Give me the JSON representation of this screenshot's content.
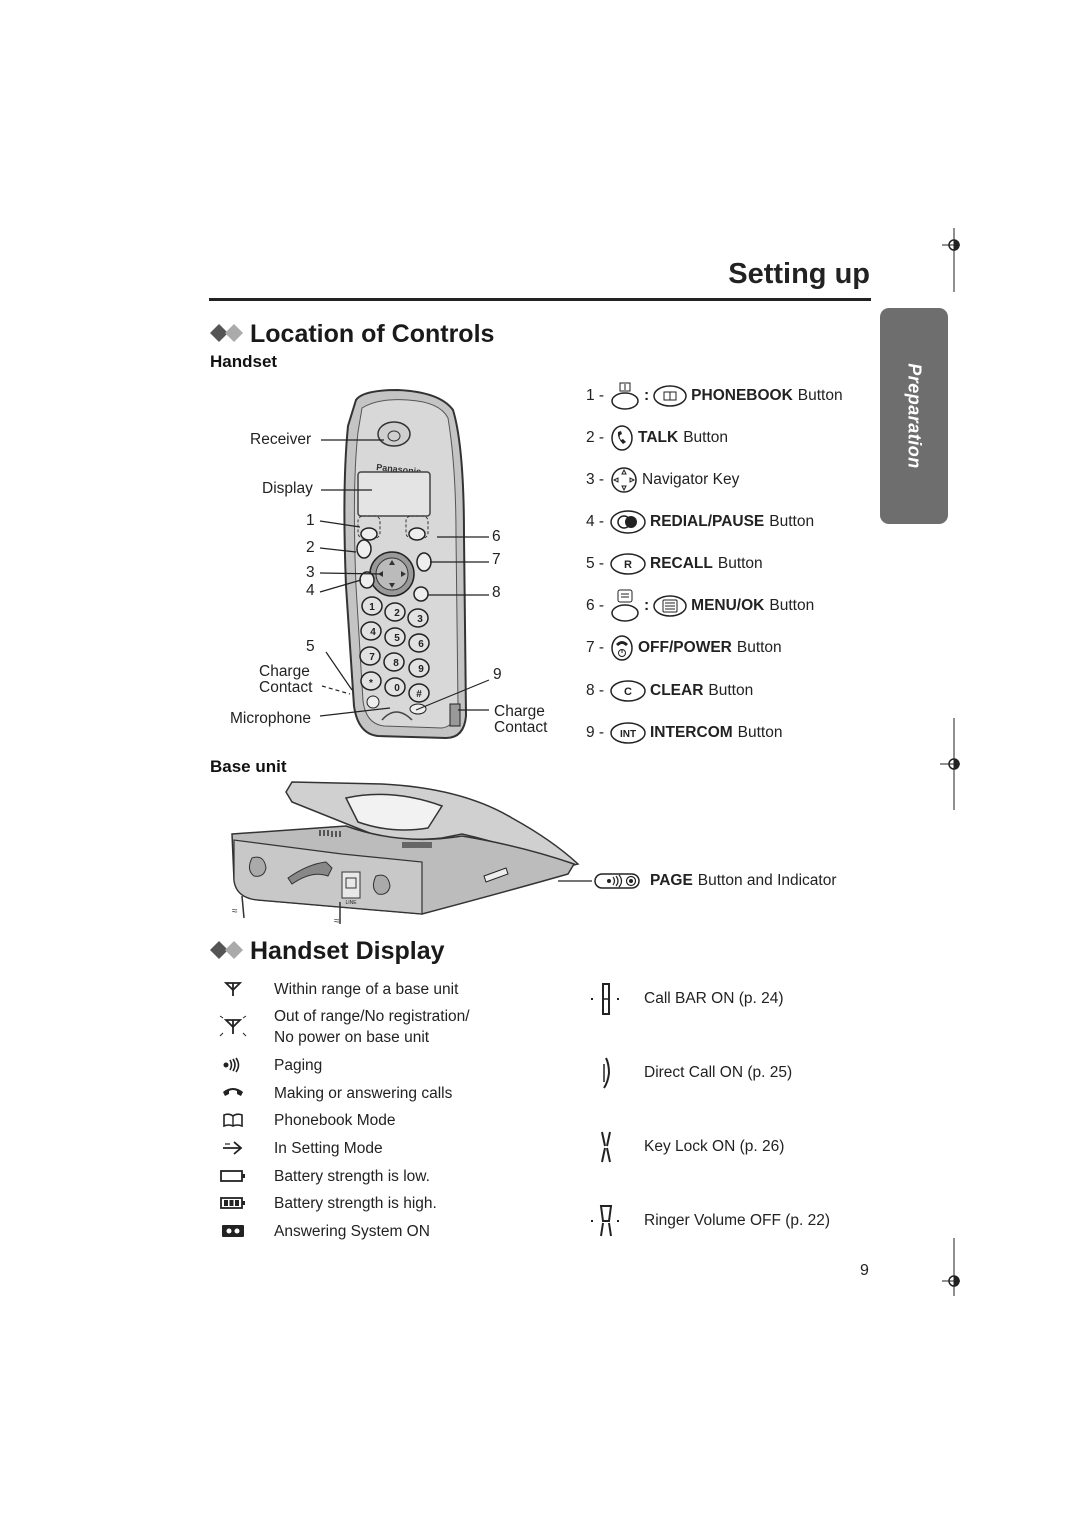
{
  "page": {
    "title": "Setting up",
    "side_tab": "Preparation",
    "page_number": "9"
  },
  "location": {
    "title": "Location of Controls",
    "handset_heading": "Handset",
    "base_heading": "Base unit",
    "callouts": {
      "receiver": "Receiver",
      "display": "Display",
      "charge_contact_left_1": "Charge",
      "charge_contact_left_2": "Contact",
      "microphone": "Microphone",
      "charge_contact_right_1": "Charge",
      "charge_contact_right_2": "Contact",
      "n1": "1",
      "n2": "2",
      "n3": "3",
      "n4": "4",
      "n5": "5",
      "n6": "6",
      "n7": "7",
      "n8": "8",
      "n9": "9"
    },
    "brand": "Panasonic",
    "base_line_label": "LINE",
    "controls": [
      {
        "num": "1 -",
        "icon": "phonebook-icon",
        "sep": ":",
        "bold": "PHONEBOOK",
        "rest": "Button"
      },
      {
        "num": "2 -",
        "icon": "talk-icon",
        "sep": "",
        "bold": "TALK",
        "rest": "Button"
      },
      {
        "num": "3 -",
        "icon": "navigator-key-icon",
        "sep": "",
        "bold": "",
        "rest": "Navigator Key"
      },
      {
        "num": "4 -",
        "icon": "redial-icon",
        "sep": "",
        "bold": "REDIAL/PAUSE",
        "rest": "Button"
      },
      {
        "num": "5 -",
        "icon": "recall-icon",
        "icon_text": "R",
        "sep": "",
        "bold": "RECALL",
        "rest": "Button"
      },
      {
        "num": "6 -",
        "icon": "menu-icon",
        "sep": ":",
        "bold": "MENU/OK",
        "rest": "Button"
      },
      {
        "num": "7 -",
        "icon": "off-power-icon",
        "sep": "",
        "bold": "OFF/POWER",
        "rest": "Button"
      },
      {
        "num": "8 -",
        "icon": "clear-icon",
        "icon_text": "C",
        "sep": "",
        "bold": "CLEAR",
        "rest": "Button"
      },
      {
        "num": "9 -",
        "icon": "intercom-icon",
        "icon_text": "INT",
        "sep": "",
        "bold": "INTERCOM",
        "rest": "Button"
      }
    ],
    "page_button": {
      "bold": "PAGE",
      "rest": "Button and Indicator"
    }
  },
  "display": {
    "title": "Handset Display",
    "left_items": [
      {
        "icon": "antenna-icon",
        "text": "Within range of a base unit"
      },
      {
        "icon": "antenna-blink-icon",
        "text": "Out of range/No registration/",
        "text2": "No power on base unit"
      },
      {
        "icon": "paging-icon",
        "text": "Paging"
      },
      {
        "icon": "handset-call-icon",
        "text": "Making or answering calls"
      },
      {
        "icon": "book-icon",
        "text": "Phonebook Mode"
      },
      {
        "icon": "setting-arrow-icon",
        "text": "In Setting Mode"
      },
      {
        "icon": "battery-low-icon",
        "text": "Battery strength is low."
      },
      {
        "icon": "battery-high-icon",
        "text": "Battery strength is high."
      },
      {
        "icon": "answering-system-icon",
        "text": "Answering System ON"
      }
    ],
    "right_items": [
      {
        "icon": "call-bar-icon",
        "text": "Call BAR ON (p. 24)"
      },
      {
        "icon": "direct-call-icon",
        "text": "Direct Call ON (p. 25)"
      },
      {
        "icon": "key-lock-icon",
        "text": "Key Lock ON (p. 26)"
      },
      {
        "icon": "ringer-off-icon",
        "text": "Ringer Volume OFF (p. 22)"
      }
    ]
  },
  "colors": {
    "text": "#1a1a1a",
    "tab_gray": "#6e6e6e",
    "device_gray": "#b9b9b9",
    "device_dark": "#5a5a5a"
  }
}
